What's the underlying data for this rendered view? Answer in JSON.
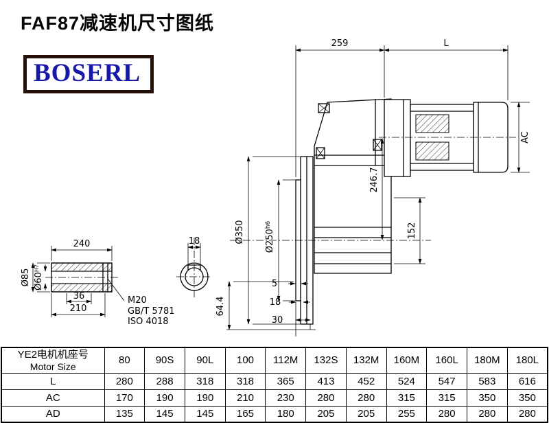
{
  "page": {
    "title": "FAF87减速机尺寸图纸",
    "logo_text": "BOSERL"
  },
  "dims": {
    "top_259": "259",
    "top_L": "L",
    "ac": "AC",
    "center_246_7": "246.7",
    "dia_350": "Ø350",
    "dia_250": "Ø250",
    "dia_250_tol": "h6",
    "v_152": "152",
    "b_5": "5",
    "b_18": "18",
    "b_30": "30",
    "v_64_4": "64.4",
    "shaft_240": "240",
    "key_18": "18",
    "dia_85": "Ø85",
    "dia_60": "Ø60",
    "dia_60_tol": "H7",
    "shaft_36": "36",
    "shaft_210": "210",
    "thread": "M20",
    "std1": "GB/T 5781",
    "std2": "ISO 4018"
  },
  "table": {
    "header_cn": "YE2电机机座号",
    "header_en": "Motor Size",
    "sizes": [
      "80",
      "90S",
      "90L",
      "100",
      "112M",
      "132S",
      "132M",
      "160M",
      "160L",
      "180M",
      "180L"
    ],
    "rows": [
      {
        "label": "L",
        "values": [
          "280",
          "288",
          "318",
          "318",
          "365",
          "413",
          "452",
          "524",
          "547",
          "583",
          "616"
        ]
      },
      {
        "label": "AC",
        "values": [
          "170",
          "190",
          "190",
          "210",
          "230",
          "280",
          "280",
          "315",
          "315",
          "350",
          "350"
        ]
      },
      {
        "label": "AD",
        "values": [
          "135",
          "145",
          "145",
          "165",
          "180",
          "205",
          "205",
          "255",
          "280",
          "280",
          "280"
        ]
      }
    ]
  }
}
